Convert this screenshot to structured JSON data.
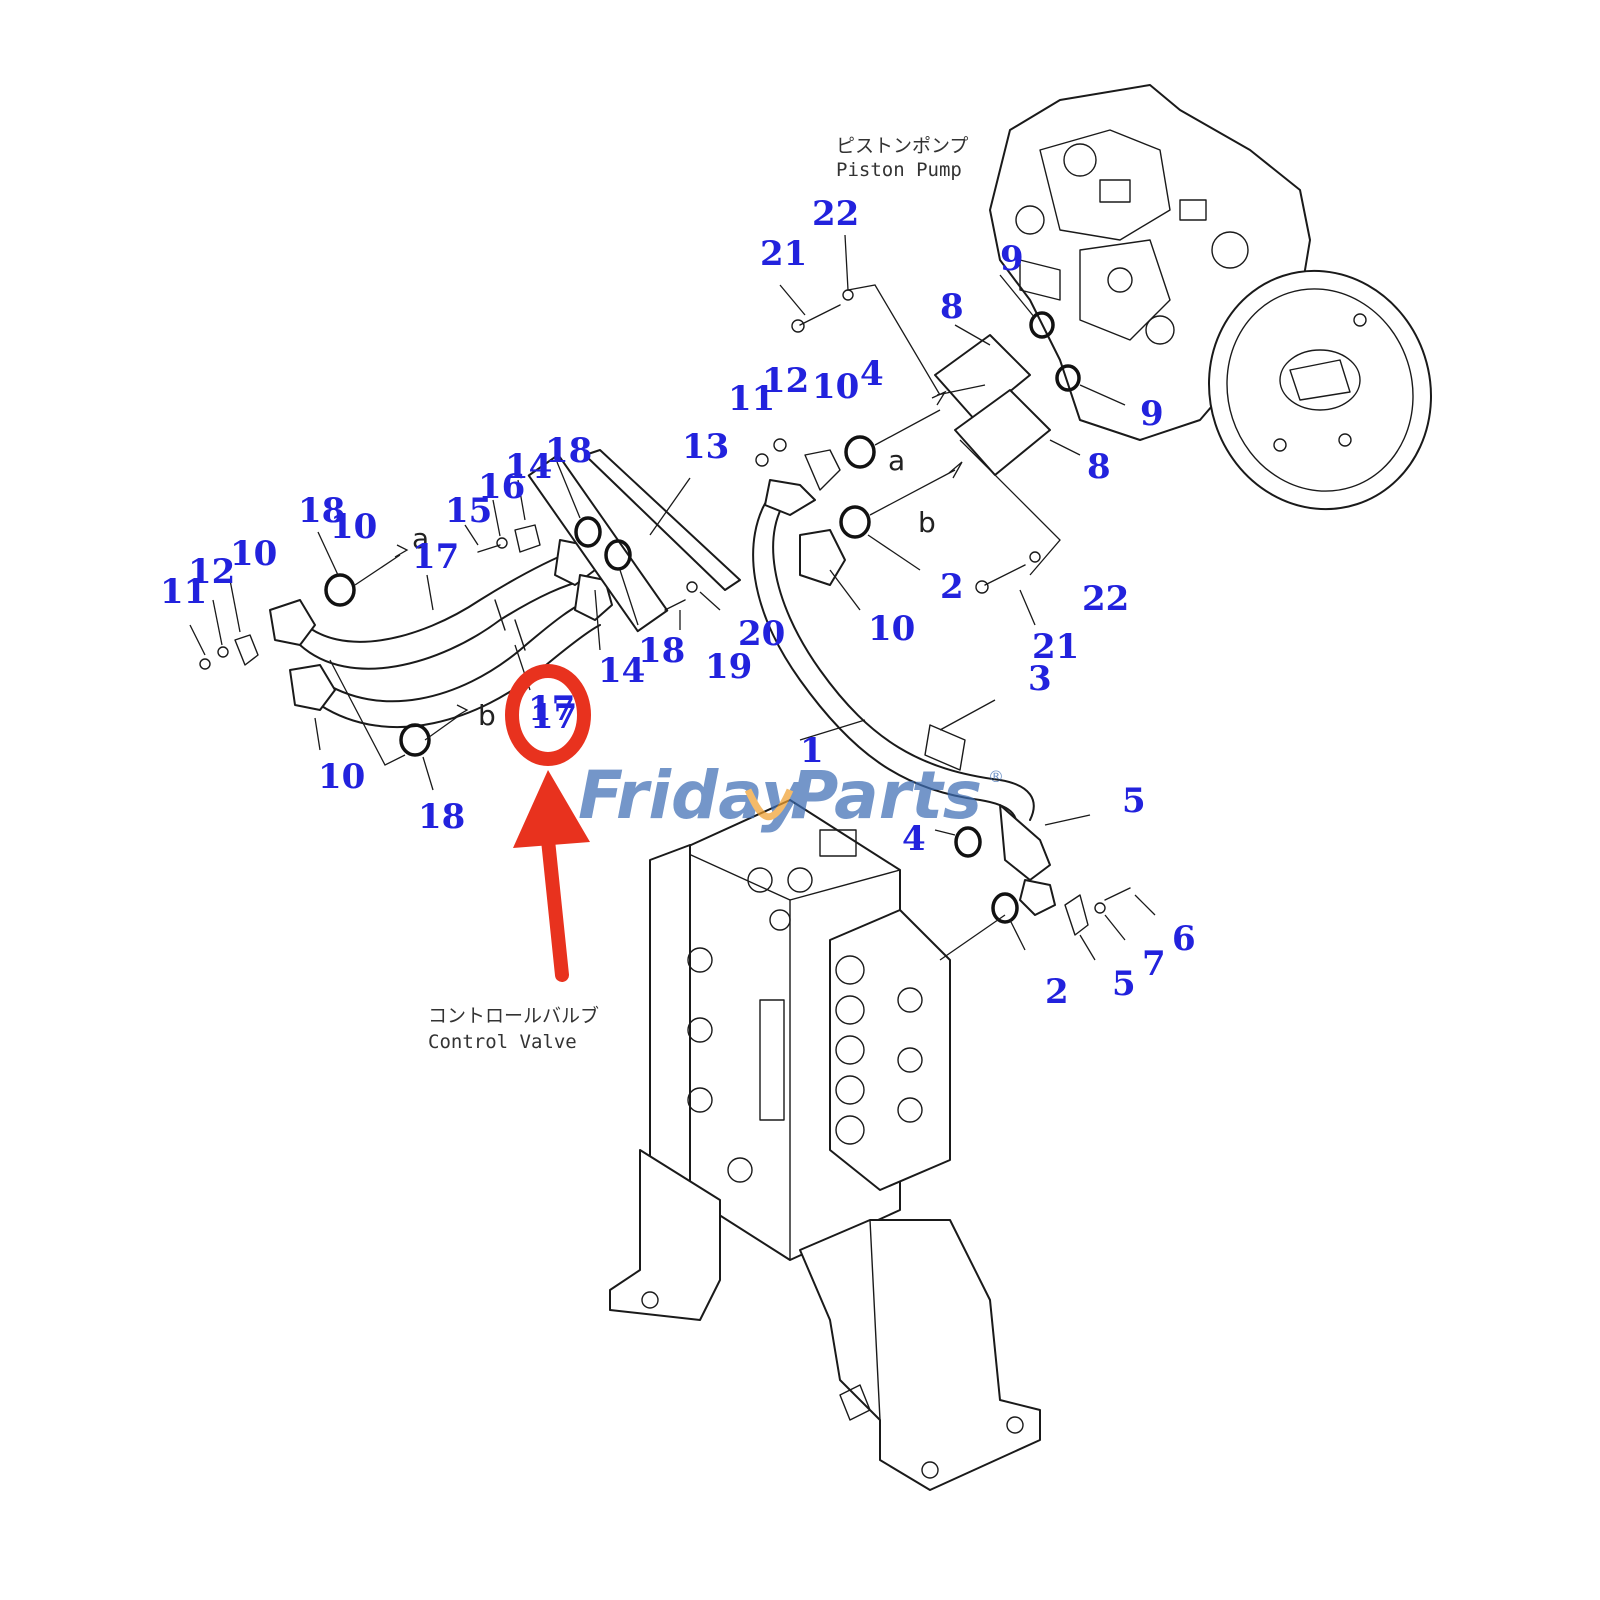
{
  "diagram": {
    "pump_label_jp": "ピストンポンプ",
    "pump_label_en": "Piston Pump",
    "valve_label_jp": "コントロールバルブ",
    "valve_label_en": "Control Valve",
    "highlighted_part": "17",
    "port_a": "a",
    "port_b": "b",
    "callouts": [
      "1",
      "2",
      "2",
      "3",
      "4",
      "4",
      "5",
      "5",
      "6",
      "7",
      "8",
      "8",
      "9",
      "9",
      "10",
      "10",
      "10",
      "10",
      "10",
      "11",
      "11",
      "12",
      "12",
      "13",
      "14",
      "14",
      "15",
      "16",
      "17",
      "17",
      "18",
      "18",
      "18",
      "18",
      "19",
      "20",
      "21",
      "21",
      "22",
      "22"
    ]
  },
  "watermark": {
    "text_left": "Friday",
    "text_right": "Parts",
    "registered": "®",
    "color_main": "#3f6fb5",
    "color_accent": "#f0a030"
  },
  "colors": {
    "callout": "#2222dd",
    "highlight": "#e8321e"
  }
}
